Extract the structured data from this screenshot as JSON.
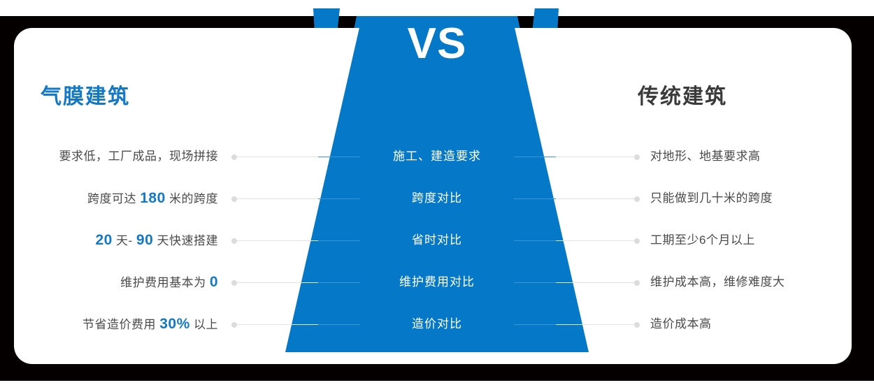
{
  "center_badge": {
    "label": "VS"
  },
  "headings": {
    "left": "气膜建筑",
    "right": "传统建筑"
  },
  "colors": {
    "brand_blue": "#0579c8",
    "heading_blue": "#1379c6",
    "heading_dark": "#3a3a3a",
    "body_text": "#4a4a4a",
    "connector_gray": "#dcdcdc",
    "backdrop_black": "#050000",
    "card_white": "#ffffff"
  },
  "rows": [
    {
      "left": "要求低，工厂成品，现场拼接",
      "left_parts": [
        {
          "text": "要求低，工厂成品，现场拼接",
          "highlight": false
        }
      ],
      "center": "施工、建造要求",
      "right": "对地形、地基要求高"
    },
    {
      "left": "跨度可达 180 米的跨度",
      "left_parts": [
        {
          "text": "跨度可达 ",
          "highlight": false
        },
        {
          "text": "180",
          "highlight": true
        },
        {
          "text": " 米的跨度",
          "highlight": false
        }
      ],
      "center": "跨度对比",
      "right": "只能做到几十米的跨度"
    },
    {
      "left": "20 天- 90 天快速搭建",
      "left_parts": [
        {
          "text": "20",
          "highlight": true
        },
        {
          "text": " 天- ",
          "highlight": false
        },
        {
          "text": "90",
          "highlight": true
        },
        {
          "text": " 天快速搭建",
          "highlight": false
        }
      ],
      "center": "省时对比",
      "right": "工期至少6个月以上"
    },
    {
      "left": "维护费用基本为 0",
      "left_parts": [
        {
          "text": "维护费用基本为 ",
          "highlight": false
        },
        {
          "text": "0",
          "highlight": true
        }
      ],
      "center": "维护费用对比",
      "right": "维护成本高，维修难度大"
    },
    {
      "left": "节省造价费用 30% 以上",
      "left_parts": [
        {
          "text": "节省造价费用 ",
          "highlight": false
        },
        {
          "text": "30%",
          "highlight": true
        },
        {
          "text": " 以上",
          "highlight": false
        }
      ],
      "center": "造价对比",
      "right": "造价成本高"
    }
  ]
}
